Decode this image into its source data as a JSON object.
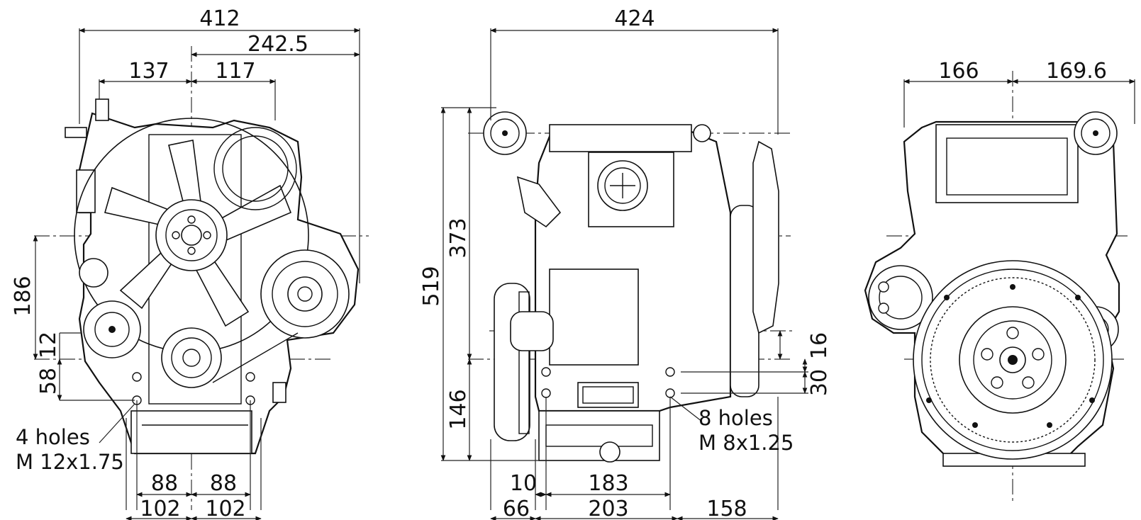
{
  "front_view": {
    "dims": {
      "overall_width": "412",
      "right_offset": "242.5",
      "left_half": "137",
      "right_half": "117",
      "height_186": "186",
      "height_12": "12",
      "height_58": "58",
      "bottom_88_left": "88",
      "bottom_88_right": "88",
      "bottom_102_left": "102",
      "bottom_102_right": "102"
    },
    "note_line1": "4 holes",
    "note_line2": "M 12x1.75"
  },
  "side_view": {
    "dims": {
      "overall_length": "424",
      "height_519": "519",
      "height_373": "373",
      "height_146": "146",
      "height_16": "16",
      "height_30": "30",
      "bottom_10": "10",
      "bottom_183": "183",
      "bottom_66": "66",
      "bottom_203": "203",
      "bottom_158": "158"
    },
    "note_line1": "8 holes",
    "note_line2": "M 8x1.25"
  },
  "rear_view": {
    "dims": {
      "left_half": "166",
      "right_half": "169.6"
    }
  }
}
